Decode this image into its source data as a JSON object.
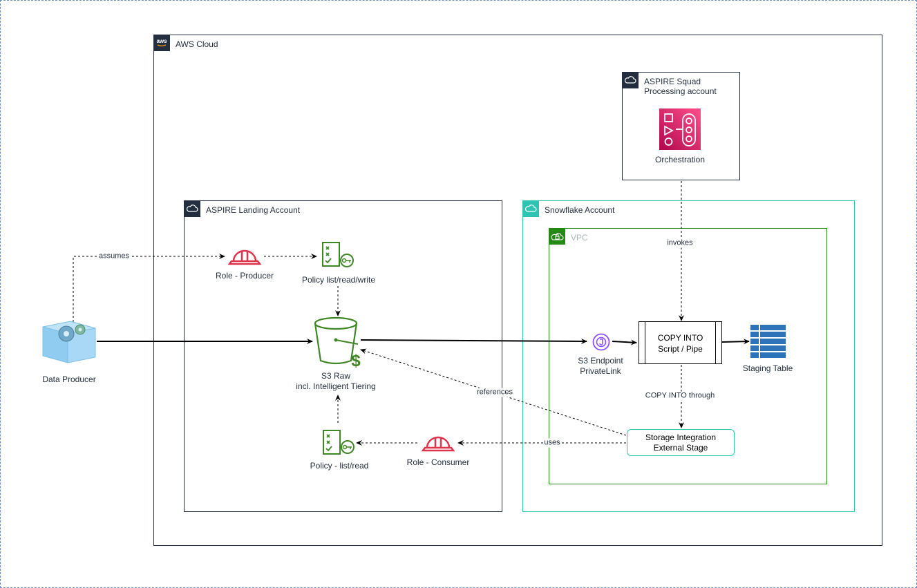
{
  "groups": {
    "aws_cloud": "AWS Cloud",
    "squad_account": "ASPIRE Squad\nProcessing account",
    "landing_account": "ASPIRE Landing Account",
    "snowflake_account": "Snowflake Account",
    "vpc": "VPC"
  },
  "nodes": {
    "data_producer": "Data Producer",
    "role_producer": "Role - Producer",
    "policy_rw": "Policy list/read/write",
    "s3_raw": "S3 Raw\nincl. Intelligent Tiering",
    "policy_read": "Policy - list/read",
    "role_consumer": "Role - Consumer",
    "orchestration": "Orchestration",
    "s3_endpoint": "S3 Endpoint\nPrivateLink",
    "copy_into": "COPY INTO\nScript / Pipe",
    "staging_table": "Staging Table",
    "storage_integration": "Storage Integration\nExternal Stage"
  },
  "edges": {
    "assumes": "assumes",
    "invokes": "invokes",
    "references": "references",
    "copy_through": "COPY INTO through",
    "uses": "uses"
  },
  "icons": {
    "aws_logo": "aws-logo-icon",
    "cloud": "cloud-icon",
    "vpc_lock": "vpc-lock-icon",
    "producer": "data-producer-icon",
    "role": "hard-hat-icon",
    "policy": "policy-key-icon",
    "bucket": "s3-bucket-icon",
    "orchestration": "step-functions-icon",
    "endpoint": "privatelink-endpoint-icon",
    "table": "table-icon"
  },
  "colors": {
    "aws_dark": "#232f3e",
    "snowflake_teal": "#2fc4b2",
    "vpc_green": "#248814",
    "iam_red": "#dd344c",
    "s3_green": "#3f8624",
    "orchestration_pink": "#e7157b",
    "endpoint_purple": "#8c4fff",
    "table_blue": "#2e73b8"
  }
}
